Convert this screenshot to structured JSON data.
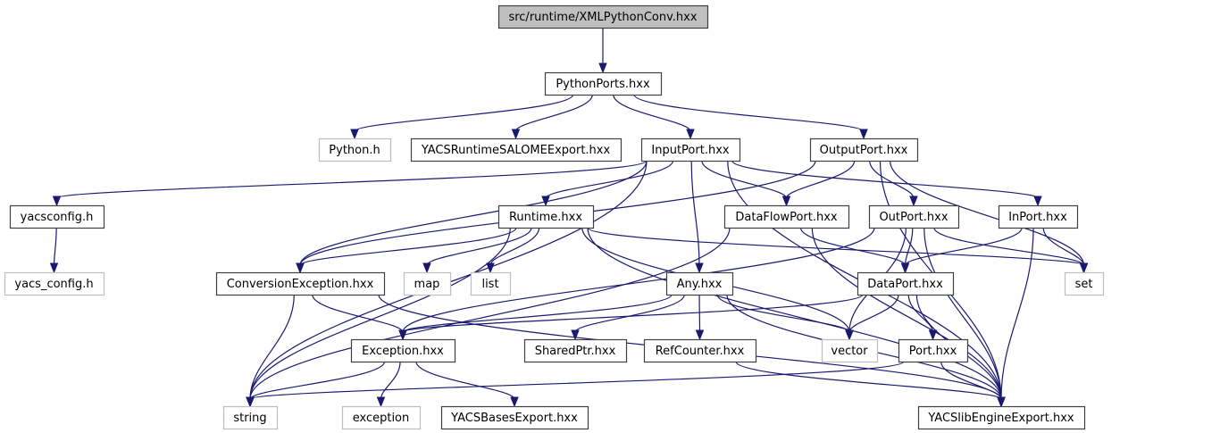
{
  "title": "src/runtime/XMLPythonConv.hxx",
  "colors": {
    "edge": "#191970",
    "root_fill": "#bfbfbf",
    "node_border": "#404040",
    "external_border": "#bfbfbf"
  },
  "nodes": [
    {
      "id": "root",
      "label": "src/runtime/XMLPythonConv.hxx",
      "kind": "root"
    },
    {
      "id": "pythonports",
      "label": "PythonPorts.hxx",
      "kind": "local"
    },
    {
      "id": "pythonh",
      "label": "Python.h",
      "kind": "external"
    },
    {
      "id": "yacsruntimesalome",
      "label": "YACSRuntimeSALOMEExport.hxx",
      "kind": "local"
    },
    {
      "id": "inputport",
      "label": "InputPort.hxx",
      "kind": "local"
    },
    {
      "id": "outputport",
      "label": "OutputPort.hxx",
      "kind": "local"
    },
    {
      "id": "yacsconfig",
      "label": "yacsconfig.h",
      "kind": "local"
    },
    {
      "id": "yacs_config",
      "label": "yacs_config.h",
      "kind": "external"
    },
    {
      "id": "runtime",
      "label": "Runtime.hxx",
      "kind": "local"
    },
    {
      "id": "dataflowport",
      "label": "DataFlowPort.hxx",
      "kind": "local"
    },
    {
      "id": "outport",
      "label": "OutPort.hxx",
      "kind": "local"
    },
    {
      "id": "inport",
      "label": "InPort.hxx",
      "kind": "local"
    },
    {
      "id": "conversionexception",
      "label": "ConversionException.hxx",
      "kind": "local"
    },
    {
      "id": "map",
      "label": "map",
      "kind": "external"
    },
    {
      "id": "list",
      "label": "list",
      "kind": "external"
    },
    {
      "id": "any",
      "label": "Any.hxx",
      "kind": "local"
    },
    {
      "id": "dataport",
      "label": "DataPort.hxx",
      "kind": "local"
    },
    {
      "id": "set",
      "label": "set",
      "kind": "external"
    },
    {
      "id": "exception_hxx",
      "label": "Exception.hxx",
      "kind": "local"
    },
    {
      "id": "sharedptr",
      "label": "SharedPtr.hxx",
      "kind": "local"
    },
    {
      "id": "refcounter",
      "label": "RefCounter.hxx",
      "kind": "local"
    },
    {
      "id": "vector",
      "label": "vector",
      "kind": "external"
    },
    {
      "id": "port",
      "label": "Port.hxx",
      "kind": "local"
    },
    {
      "id": "string",
      "label": "string",
      "kind": "external"
    },
    {
      "id": "exception",
      "label": "exception",
      "kind": "external"
    },
    {
      "id": "yacsbasesexport",
      "label": "YACSBasesExport.hxx",
      "kind": "local"
    },
    {
      "id": "yacslibengineexport",
      "label": "YACSlibEngineExport.hxx",
      "kind": "local"
    }
  ],
  "edges": [
    [
      "root",
      "pythonports"
    ],
    [
      "pythonports",
      "pythonh"
    ],
    [
      "pythonports",
      "yacsruntimesalome"
    ],
    [
      "pythonports",
      "inputport"
    ],
    [
      "pythonports",
      "outputport"
    ],
    [
      "inputport",
      "yacsconfig"
    ],
    [
      "inputport",
      "runtime"
    ],
    [
      "inputport",
      "dataflowport"
    ],
    [
      "inputport",
      "inport"
    ],
    [
      "inputport",
      "conversionexception"
    ],
    [
      "inputport",
      "any"
    ],
    [
      "inputport",
      "string"
    ],
    [
      "inputport",
      "yacslibengineexport"
    ],
    [
      "outputport",
      "dataflowport"
    ],
    [
      "outputport",
      "outport"
    ],
    [
      "outputport",
      "conversionexception"
    ],
    [
      "outputport",
      "set"
    ],
    [
      "outputport",
      "yacslibengineexport"
    ],
    [
      "yacsconfig",
      "yacs_config"
    ],
    [
      "runtime",
      "conversionexception"
    ],
    [
      "runtime",
      "map"
    ],
    [
      "runtime",
      "list"
    ],
    [
      "runtime",
      "string"
    ],
    [
      "runtime",
      "set"
    ],
    [
      "runtime",
      "vector"
    ],
    [
      "runtime",
      "yacslibengineexport"
    ],
    [
      "dataflowport",
      "dataport"
    ],
    [
      "dataflowport",
      "string"
    ],
    [
      "dataflowport",
      "yacslibengineexport"
    ],
    [
      "outport",
      "dataport"
    ],
    [
      "outport",
      "set"
    ],
    [
      "outport",
      "vector"
    ],
    [
      "outport",
      "exception_hxx"
    ],
    [
      "outport",
      "yacslibengineexport"
    ],
    [
      "inport",
      "dataport"
    ],
    [
      "inport",
      "set"
    ],
    [
      "inport",
      "yacslibengineexport"
    ],
    [
      "conversionexception",
      "exception_hxx"
    ],
    [
      "conversionexception",
      "string"
    ],
    [
      "conversionexception",
      "yacslibengineexport"
    ],
    [
      "any",
      "exception_hxx"
    ],
    [
      "any",
      "sharedptr"
    ],
    [
      "any",
      "refcounter"
    ],
    [
      "any",
      "vector"
    ],
    [
      "any",
      "yacslibengineexport"
    ],
    [
      "dataport",
      "port"
    ],
    [
      "dataport",
      "vector"
    ],
    [
      "dataport",
      "exception_hxx"
    ],
    [
      "dataport",
      "yacslibengineexport"
    ],
    [
      "exception_hxx",
      "string"
    ],
    [
      "exception_hxx",
      "exception"
    ],
    [
      "exception_hxx",
      "yacsbasesexport"
    ],
    [
      "refcounter",
      "yacslibengineexport"
    ],
    [
      "port",
      "string"
    ],
    [
      "port",
      "yacslibengineexport"
    ]
  ]
}
